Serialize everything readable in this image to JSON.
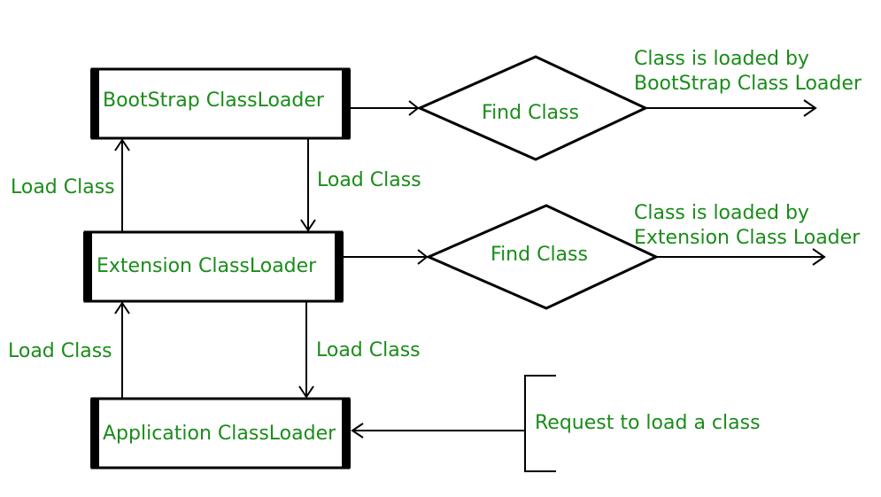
{
  "colors": {
    "text": "#1a8c1a",
    "stroke": "#000000",
    "background": "#ffffff"
  },
  "loaders": {
    "bootstrap": "BootStrap ClassLoader",
    "extension": "Extension ClassLoader",
    "application": "Application ClassLoader"
  },
  "decisions": {
    "find_class_1": "Find Class",
    "find_class_2": "Find Class"
  },
  "notes": {
    "bootstrap_loaded_line1": "Class is loaded by",
    "bootstrap_loaded_line2": "BootStrap Class Loader",
    "extension_loaded_line1": "Class is loaded by",
    "extension_loaded_line2": "Extension Class Loader",
    "request": "Request to load a class"
  },
  "edge_labels": {
    "app_to_ext_up": "Load Class",
    "ext_to_boot_up": "Load Class",
    "boot_to_ext_down": "Load Class",
    "ext_to_app_down": "Load Class"
  }
}
